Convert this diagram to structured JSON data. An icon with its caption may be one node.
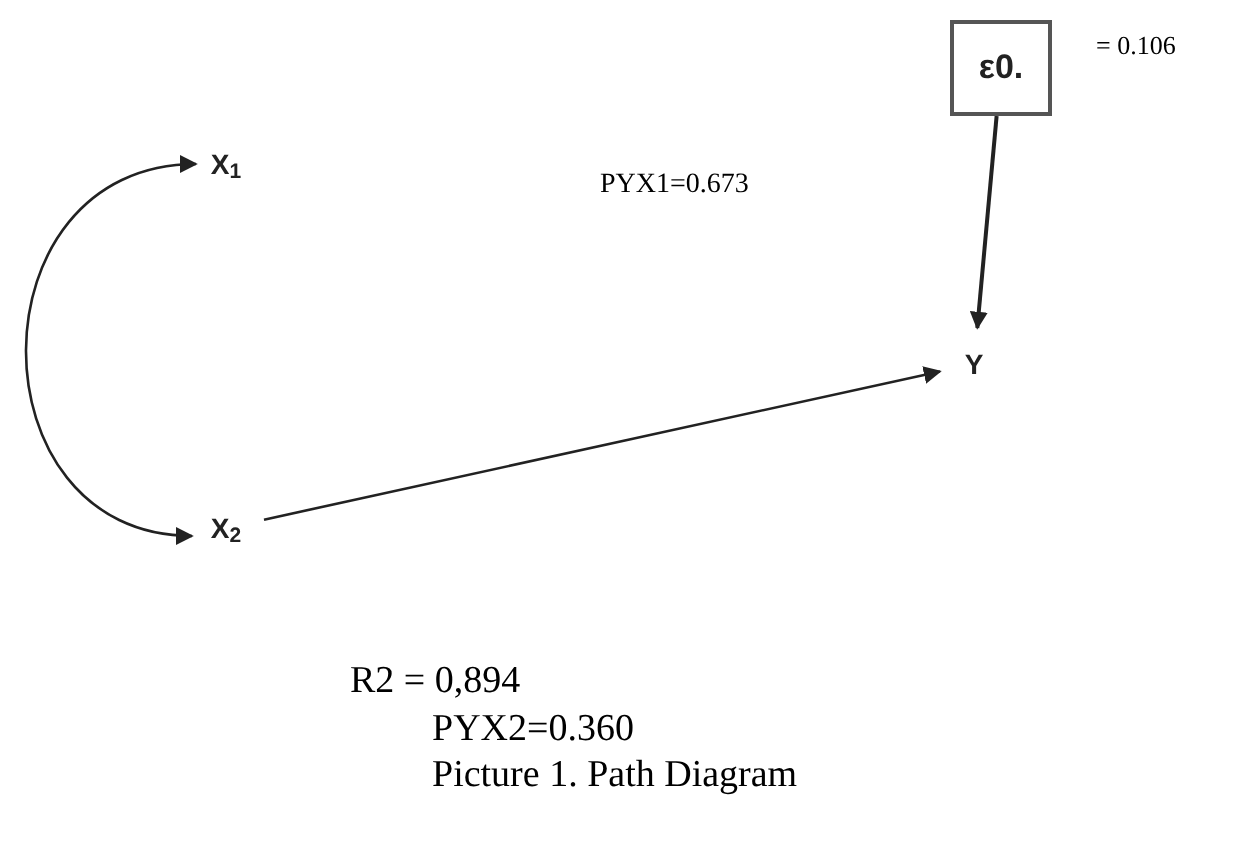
{
  "diagram": {
    "caption": "Picture 1. Path Diagram",
    "nodes": [
      {
        "text": [
          "X$_{1}$"
        ]
      },
      {
        "text": [
          "X$_{2}$"
        ]
      },
      {
        "text": [
          "Y"
        ]
      },
      {
        "text": [
          "ε0."
        ],
        "beside": [
          "= 0.106"
        ]
      }
    ],
    "edges": [
      {
        "from": 0,
        "to": 1,
        "arrow": "both"
      },
      {
        "from": 1,
        "to": 2,
        "arrow": "to"
      },
      {
        "from": 3,
        "to": 2,
        "arrow": "to"
      }
    ],
    "labels": [
      "PYX1=0.673",
      "R2 = 0,894",
      "PYX2=0.360"
    ]
  }
}
